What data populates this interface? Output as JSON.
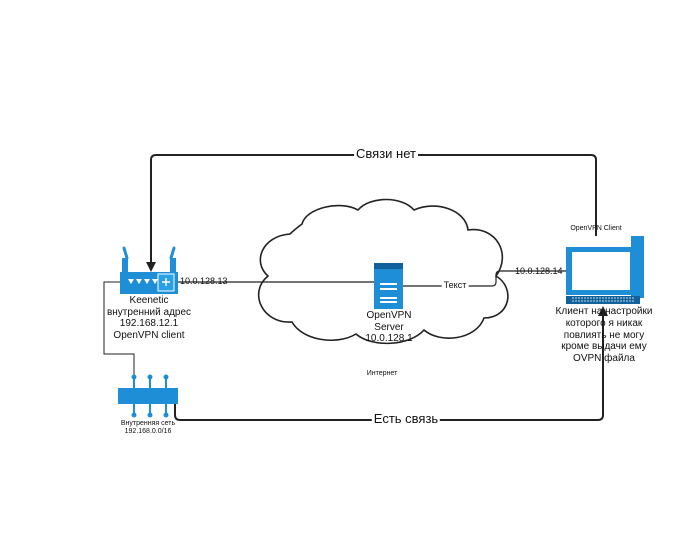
{
  "edges": {
    "top_link": "Связи нет",
    "bottom_link": "Есть связь",
    "tunnel_label": "Текст"
  },
  "router": {
    "name": "Keenetic",
    "internal_address_label": "внутренний адрес",
    "ip": "192.168.12.1",
    "role": "OpenVPN client",
    "tunnel_ip": "10.0.128.13"
  },
  "server": {
    "name": "OpenVPN",
    "type": "Server",
    "ip": "10.0.128.1"
  },
  "cloud": {
    "label": "Интернет"
  },
  "client": {
    "title": "OpenVPN Client",
    "tunnel_ip": "10.0.128.14",
    "description_lines": [
      "Клиент на настройки",
      "которого я никак",
      "повлиять не могу",
      "кроме выдачи ему",
      "OVPN файла"
    ]
  },
  "lan": {
    "label": "Внутренняя сеть",
    "subnet": "192.168.0.0/16"
  },
  "colors": {
    "device_blue": "#1e8fd6",
    "device_dark": "#11629b",
    "line": "#222222"
  }
}
